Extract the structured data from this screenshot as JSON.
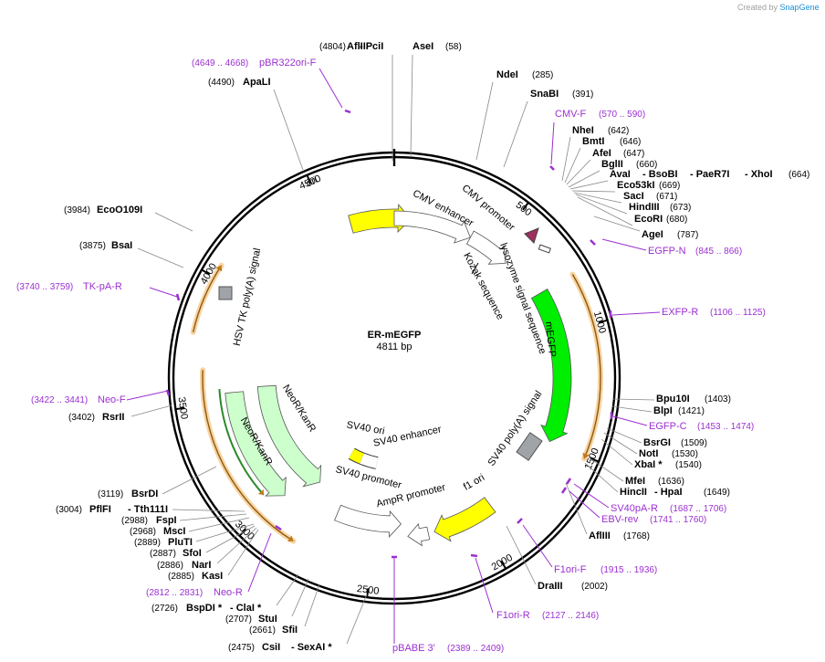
{
  "header": {
    "created_by": "Created by",
    "brand": "SnapGene"
  },
  "plasmid": {
    "name": "ER-mEGFP",
    "size": "4811 bp"
  },
  "ticks": [
    "500",
    "1000",
    "1500",
    "2000",
    "2500",
    "3000",
    "3500",
    "4000",
    "4500"
  ],
  "sites": [
    {
      "pos": "(4804)",
      "names": [
        "AflIII",
        "- PciI"
      ]
    },
    {
      "pos": "(58)",
      "names": [
        "AseI"
      ]
    },
    {
      "pos": "(285)",
      "names": [
        "NdeI"
      ]
    },
    {
      "pos": "(391)",
      "names": [
        "SnaBI"
      ]
    },
    {
      "pos": "(642)",
      "names": [
        "NheI"
      ]
    },
    {
      "pos": "(646)",
      "names": [
        "BmtI"
      ]
    },
    {
      "pos": "(647)",
      "names": [
        "AfeI"
      ]
    },
    {
      "pos": "(660)",
      "names": [
        "BglII"
      ]
    },
    {
      "pos": "(664)",
      "names": [
        "AvaI",
        "- BsoBI",
        "- PaeR7I",
        "- XhoI"
      ]
    },
    {
      "pos": "(669)",
      "names": [
        "Eco53kI"
      ]
    },
    {
      "pos": "(671)",
      "names": [
        "SacI"
      ]
    },
    {
      "pos": "(673)",
      "names": [
        "HindIII"
      ]
    },
    {
      "pos": "(680)",
      "names": [
        "EcoRI"
      ]
    },
    {
      "pos": "(787)",
      "names": [
        "AgeI"
      ]
    },
    {
      "pos": "(1403)",
      "names": [
        "Bpu10I"
      ]
    },
    {
      "pos": "(1421)",
      "names": [
        "BlpI"
      ]
    },
    {
      "pos": "(1509)",
      "names": [
        "BsrGI"
      ]
    },
    {
      "pos": "(1530)",
      "names": [
        "NotI"
      ]
    },
    {
      "pos": "(1540)",
      "names": [
        "XbaI *"
      ]
    },
    {
      "pos": "(1636)",
      "names": [
        "MfeI"
      ]
    },
    {
      "pos": "(1649)",
      "names": [
        "HincII",
        "- HpaI"
      ]
    },
    {
      "pos": "(1768)",
      "names": [
        "AflIII"
      ]
    },
    {
      "pos": "(2002)",
      "names": [
        "DraIII"
      ]
    },
    {
      "pos": "(2475)",
      "names": [
        "CsiI",
        "- SexAI *"
      ]
    },
    {
      "pos": "(2661)",
      "names": [
        "SfiI"
      ]
    },
    {
      "pos": "(2707)",
      "names": [
        "StuI"
      ]
    },
    {
      "pos": "(2726)",
      "names": [
        "BspDI *",
        "- ClaI *"
      ]
    },
    {
      "pos": "(2885)",
      "names": [
        "KasI"
      ]
    },
    {
      "pos": "(2886)",
      "names": [
        "NarI"
      ]
    },
    {
      "pos": "(2887)",
      "names": [
        "SfoI"
      ]
    },
    {
      "pos": "(2889)",
      "names": [
        "PluTI"
      ]
    },
    {
      "pos": "(2968)",
      "names": [
        "MscI"
      ]
    },
    {
      "pos": "(2988)",
      "names": [
        "FspI"
      ]
    },
    {
      "pos": "(3004)",
      "names": [
        "PflFI",
        "- Tth111I"
      ]
    },
    {
      "pos": "(3119)",
      "names": [
        "BsrDI"
      ]
    },
    {
      "pos": "(3402)",
      "names": [
        "RsrII"
      ]
    },
    {
      "pos": "(3875)",
      "names": [
        "BsaI"
      ]
    },
    {
      "pos": "(3984)",
      "names": [
        "EcoO109I"
      ]
    },
    {
      "pos": "(4490)",
      "names": [
        "ApaLI"
      ]
    }
  ],
  "primers": [
    {
      "name": "pBR322ori-F",
      "range": "(4649 .. 4668)"
    },
    {
      "name": "CMV-F",
      "range": "(570 .. 590)"
    },
    {
      "name": "EGFP-N",
      "range": "(845 .. 866)"
    },
    {
      "name": "EXFP-R",
      "range": "(1106 .. 1125)"
    },
    {
      "name": "EGFP-C",
      "range": "(1453 .. 1474)"
    },
    {
      "name": "SV40pA-R",
      "range": "(1687 .. 1706)"
    },
    {
      "name": "EBV-rev",
      "range": "(1741 .. 1760)"
    },
    {
      "name": "F1ori-F",
      "range": "(1915 .. 1936)"
    },
    {
      "name": "F1ori-R",
      "range": "(2127 .. 2146)"
    },
    {
      "name": "pBABE 3'",
      "range": "(2389 .. 2409)"
    },
    {
      "name": "Neo-R",
      "range": "(2812 .. 2831)"
    },
    {
      "name": "Neo-F",
      "range": "(3422 .. 3441)"
    },
    {
      "name": "TK-pA-R",
      "range": "(3740 .. 3759)"
    }
  ],
  "features": [
    "CMV enhancer",
    "CMV promoter",
    "lysozyme signal sequence",
    "Kozak sequence",
    "mEGFP",
    "SV40 poly(A) signal",
    "f1 ori",
    "AmpR promoter",
    "SV40 promoter",
    "SV40 enhancer",
    "SV40 ori",
    "NeoR/KanR",
    "NeoR/KanR",
    "HSV TK poly(A) signal",
    "ori"
  ],
  "colors": {
    "ori": "#ffff00",
    "promoter": "#ffffff",
    "mEGFP": "#00ee00",
    "neo": "#ccffcc",
    "signal": "#a0a4a8",
    "primer": "#9b30d0",
    "orange": "#f0a030",
    "kozak": "#a03060"
  }
}
